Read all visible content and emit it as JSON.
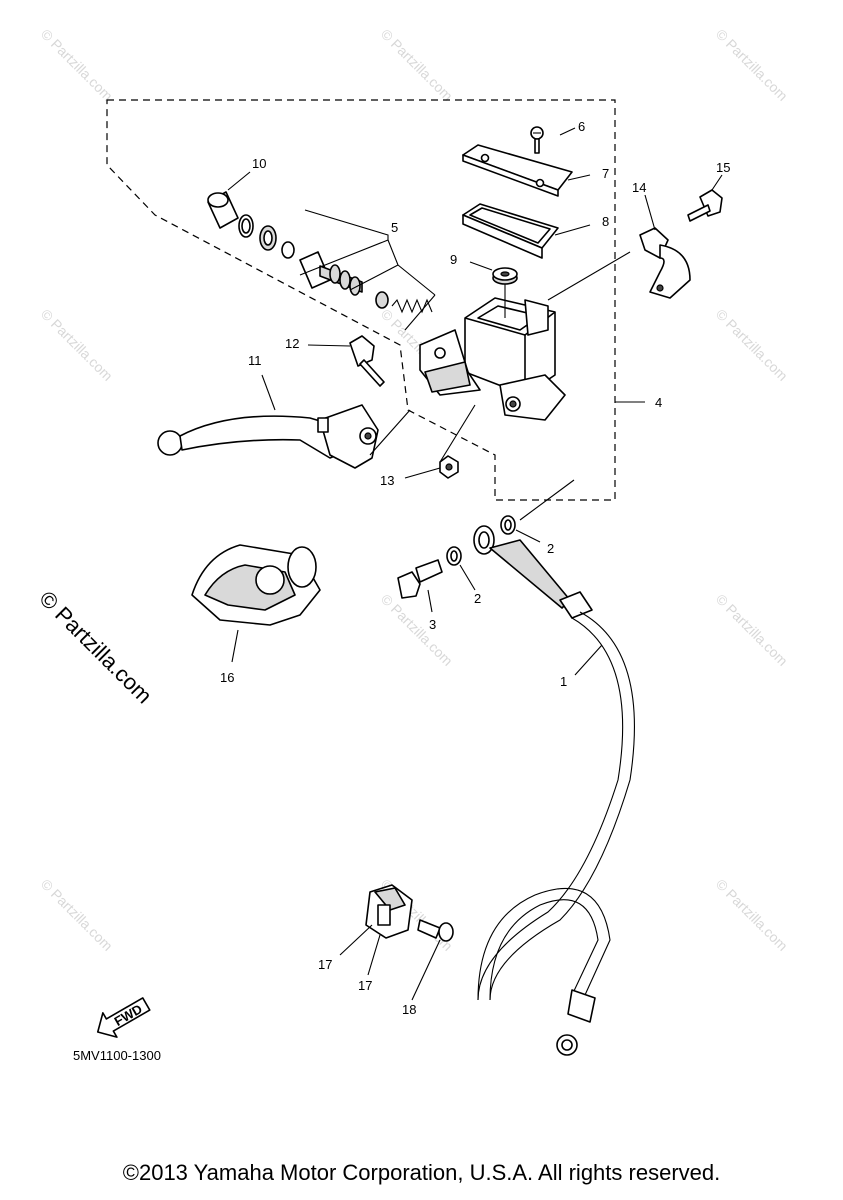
{
  "watermark": {
    "text": "© Partzilla.com",
    "side_text": "© Partzilla.com"
  },
  "callouts": [
    {
      "id": "1",
      "label": "1"
    },
    {
      "id": "2a",
      "label": "2"
    },
    {
      "id": "2b",
      "label": "2"
    },
    {
      "id": "3",
      "label": "3"
    },
    {
      "id": "4",
      "label": "4"
    },
    {
      "id": "5",
      "label": "5"
    },
    {
      "id": "6",
      "label": "6"
    },
    {
      "id": "7",
      "label": "7"
    },
    {
      "id": "8",
      "label": "8"
    },
    {
      "id": "9",
      "label": "9"
    },
    {
      "id": "10",
      "label": "10"
    },
    {
      "id": "11",
      "label": "11"
    },
    {
      "id": "12",
      "label": "12"
    },
    {
      "id": "13",
      "label": "13"
    },
    {
      "id": "14",
      "label": "14"
    },
    {
      "id": "15",
      "label": "15"
    },
    {
      "id": "16",
      "label": "16"
    },
    {
      "id": "17a",
      "label": "17"
    },
    {
      "id": "17b",
      "label": "17"
    },
    {
      "id": "18",
      "label": "18"
    }
  ],
  "fwd_label": "FWD",
  "diagram_code": "5MV1100-1300",
  "copyright": "©2013 Yamaha Motor Corporation, U.S.A. All rights reserved."
}
